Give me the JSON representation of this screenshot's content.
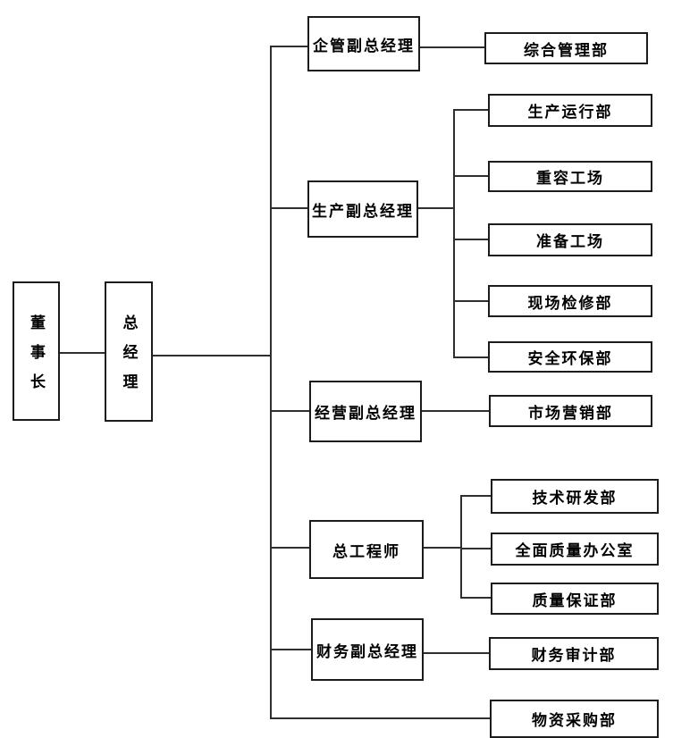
{
  "colors": {
    "line": "#2e2e2e",
    "box_border": "#1c1c1c",
    "background": "#ffffff",
    "text": "#000000"
  },
  "org": {
    "chairman": "董事长",
    "general_manager": "总经理",
    "branches": [
      {
        "label": "企管副总经理",
        "children": [
          "综合管理部"
        ]
      },
      {
        "label": "生产副总经理",
        "children": [
          "生产运行部",
          "重容工场",
          "准备工场",
          "现场检修部",
          "安全环保部"
        ]
      },
      {
        "label": "经营副总经理",
        "children": [
          "市场营销部"
        ]
      },
      {
        "label": "总工程师",
        "children": [
          "技术研发部",
          "全面质量办公室",
          "质量保证部"
        ]
      },
      {
        "label": "财务副总经理",
        "children": [
          "财务审计部"
        ]
      },
      {
        "label": "",
        "children": [
          "物资采购部"
        ]
      }
    ]
  }
}
